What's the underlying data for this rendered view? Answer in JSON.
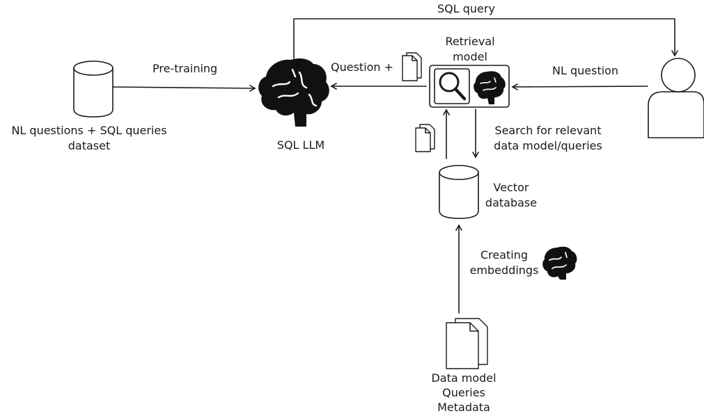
{
  "labels": {
    "sql_query": "SQL query",
    "pre_training": "Pre-training",
    "question_plus": "Question +",
    "nl_question": "NL question",
    "retrieval_model": "Retrieval\nmodel",
    "dataset": "NL questions + SQL queries\ndataset",
    "sql_llm": "SQL LLM",
    "search_relevant": "Search for relevant\ndata model/queries",
    "vector_database": "Vector\ndatabase",
    "creating_embeddings": "Creating\nembeddings",
    "data_sources": "Data model\nQueries\nMetadata"
  },
  "icons": [
    "database-icon",
    "brain-icon",
    "magnifier-icon",
    "documents-icon",
    "user-icon"
  ]
}
